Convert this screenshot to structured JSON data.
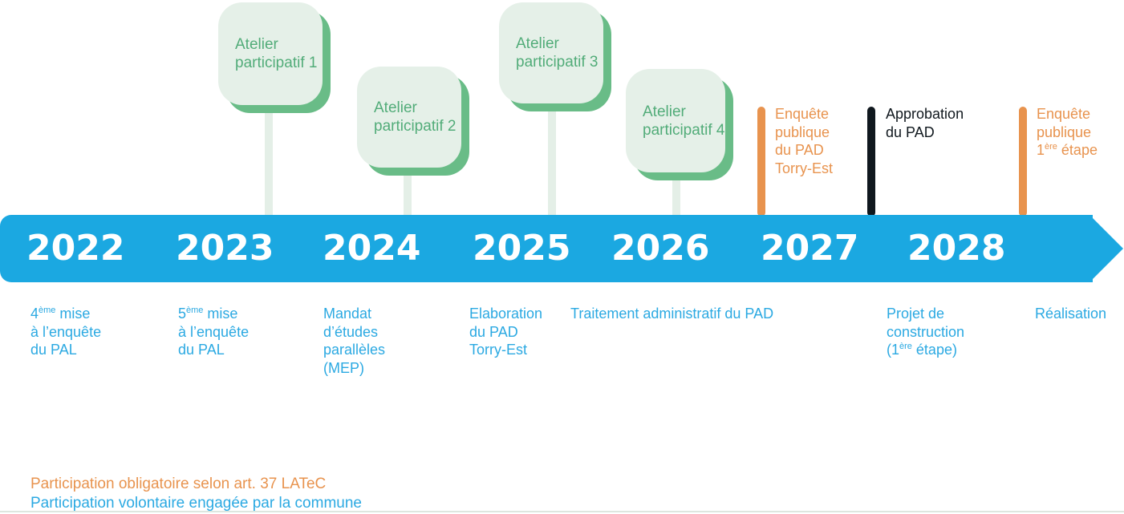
{
  "palette": {
    "band_blue": "#1BA8E1",
    "text_blue": "#2BA9E2",
    "orange": "#E8934E",
    "dark": "#10181E",
    "green_text": "#52AC79",
    "green_fill": "#E5F0E8",
    "green_shadow": "#69BC87",
    "stem_green": "#E4EFE7",
    "rule_gray": "#DEE6DF",
    "white": "#FFFFFF"
  },
  "years": [
    "2022",
    "2023",
    "2024",
    "2025",
    "2026",
    "2027",
    "2028"
  ],
  "workshops": [
    {
      "l1": "Atelier",
      "l2": "participatif 1"
    },
    {
      "l1": "Atelier",
      "l2": "participatif 2"
    },
    {
      "l1": "Atelier",
      "l2": "participatif 3"
    },
    {
      "l1": "Atelier",
      "l2": "participatif 4"
    }
  ],
  "markers": [
    {
      "l1": "Enquête",
      "l2": "publique",
      "l3": "du PAD",
      "l4": "Torry-Est"
    },
    {
      "l1": "Approbation",
      "l2": "du PAD"
    },
    {
      "l1": "Enquête",
      "l2": "publique",
      "l3a": "1",
      "l3sup": "ère",
      "l3b": " étape"
    }
  ],
  "milestones": [
    {
      "l1a": "4",
      "l1sup": "ème",
      "l1b": " mise",
      "l2": "à l’enquête",
      "l3": "du PAL"
    },
    {
      "l1a": "5",
      "l1sup": "ème",
      "l1b": " mise",
      "l2": "à l’enquête",
      "l3": "du PAL"
    },
    {
      "l1": "Mandat",
      "l2": "d’études",
      "l3": "parallèles",
      "l4": "(MEP)"
    },
    {
      "l1": "Elaboration",
      "l2": "du PAD",
      "l3": "Torry-Est"
    },
    {
      "l1": "Traitement administratif du PAD"
    },
    {
      "l1": "Projet de",
      "l2": "construction",
      "l3a": "(1",
      "l3sup": "ère",
      "l3b": " étape)"
    },
    {
      "l1": "Réalisation"
    }
  ],
  "legend": {
    "line1": "Participation obligatoire selon art. 37 LATeC",
    "line2": "Participation volontaire engagée par la commune"
  }
}
